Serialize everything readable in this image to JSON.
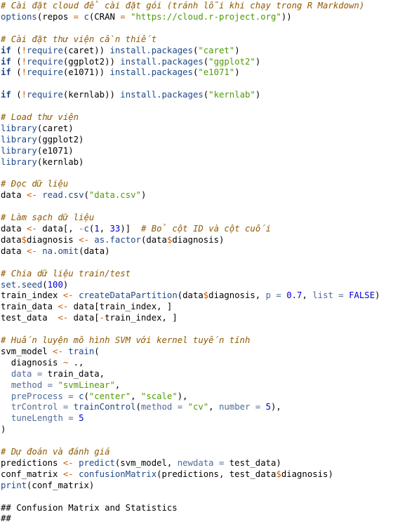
{
  "document": {
    "lines": [
      [
        {
          "t": "c",
          "v": "# Cài đặt cloud để cài đặt gói (tránh lỗi khi chạy trong R Markdown)"
        }
      ],
      [
        {
          "t": "fn",
          "v": "options"
        },
        {
          "t": "p",
          "v": "(repos "
        },
        {
          "t": "op",
          "v": "="
        },
        {
          "t": "p",
          "v": " "
        },
        {
          "t": "fn",
          "v": "c"
        },
        {
          "t": "p",
          "v": "(CRAN "
        },
        {
          "t": "op",
          "v": "="
        },
        {
          "t": "p",
          "v": " "
        },
        {
          "t": "s",
          "v": "\"https://cloud.r-project.org\""
        },
        {
          "t": "p",
          "v": "))"
        }
      ],
      [],
      [
        {
          "t": "c",
          "v": "# Cài đặt thư viện cần thiết"
        }
      ],
      [
        {
          "t": "kw",
          "v": "if"
        },
        {
          "t": "p",
          "v": " ("
        },
        {
          "t": "op",
          "v": "!"
        },
        {
          "t": "fn",
          "v": "require"
        },
        {
          "t": "p",
          "v": "(caret)) "
        },
        {
          "t": "fn",
          "v": "install.packages"
        },
        {
          "t": "p",
          "v": "("
        },
        {
          "t": "s",
          "v": "\"caret\""
        },
        {
          "t": "p",
          "v": ")"
        }
      ],
      [
        {
          "t": "kw",
          "v": "if"
        },
        {
          "t": "p",
          "v": " ("
        },
        {
          "t": "op",
          "v": "!"
        },
        {
          "t": "fn",
          "v": "require"
        },
        {
          "t": "p",
          "v": "(ggplot2)) "
        },
        {
          "t": "fn",
          "v": "install.packages"
        },
        {
          "t": "p",
          "v": "("
        },
        {
          "t": "s",
          "v": "\"ggplot2\""
        },
        {
          "t": "p",
          "v": ")"
        }
      ],
      [
        {
          "t": "kw",
          "v": "if"
        },
        {
          "t": "p",
          "v": " ("
        },
        {
          "t": "op",
          "v": "!"
        },
        {
          "t": "fn",
          "v": "require"
        },
        {
          "t": "p",
          "v": "(e1071)) "
        },
        {
          "t": "fn",
          "v": "install.packages"
        },
        {
          "t": "p",
          "v": "("
        },
        {
          "t": "s",
          "v": "\"e1071\""
        },
        {
          "t": "p",
          "v": ")"
        }
      ],
      [],
      [
        {
          "t": "kw",
          "v": "if"
        },
        {
          "t": "p",
          "v": " ("
        },
        {
          "t": "op",
          "v": "!"
        },
        {
          "t": "fn",
          "v": "require"
        },
        {
          "t": "p",
          "v": "(kernlab)) "
        },
        {
          "t": "fn",
          "v": "install.packages"
        },
        {
          "t": "p",
          "v": "("
        },
        {
          "t": "s",
          "v": "\"kernlab\""
        },
        {
          "t": "p",
          "v": ")"
        }
      ],
      [],
      [
        {
          "t": "c",
          "v": "# Load thư viện"
        }
      ],
      [
        {
          "t": "fn",
          "v": "library"
        },
        {
          "t": "p",
          "v": "(caret)"
        }
      ],
      [
        {
          "t": "fn",
          "v": "library"
        },
        {
          "t": "p",
          "v": "(ggplot2)"
        }
      ],
      [
        {
          "t": "fn",
          "v": "library"
        },
        {
          "t": "p",
          "v": "(e1071)"
        }
      ],
      [
        {
          "t": "fn",
          "v": "library"
        },
        {
          "t": "p",
          "v": "(kernlab)"
        }
      ],
      [],
      [
        {
          "t": "c",
          "v": "# Đọc dữ liệu"
        }
      ],
      [
        {
          "t": "p",
          "v": "data "
        },
        {
          "t": "op",
          "v": "<-"
        },
        {
          "t": "p",
          "v": " "
        },
        {
          "t": "fn",
          "v": "read.csv"
        },
        {
          "t": "p",
          "v": "("
        },
        {
          "t": "s",
          "v": "\"data.csv\""
        },
        {
          "t": "p",
          "v": ")"
        }
      ],
      [],
      [
        {
          "t": "c",
          "v": "# Làm sạch dữ liệu"
        }
      ],
      [
        {
          "t": "p",
          "v": "data "
        },
        {
          "t": "op",
          "v": "<-"
        },
        {
          "t": "p",
          "v": " data[, "
        },
        {
          "t": "op",
          "v": "-"
        },
        {
          "t": "fn",
          "v": "c"
        },
        {
          "t": "p",
          "v": "("
        },
        {
          "t": "num",
          "v": "1"
        },
        {
          "t": "p",
          "v": ", "
        },
        {
          "t": "num",
          "v": "33"
        },
        {
          "t": "p",
          "v": ")]  "
        },
        {
          "t": "c",
          "v": "# Bỏ cột ID và cột cuối"
        }
      ],
      [
        {
          "t": "p",
          "v": "data"
        },
        {
          "t": "op",
          "v": "$"
        },
        {
          "t": "p",
          "v": "diagnosis "
        },
        {
          "t": "op",
          "v": "<-"
        },
        {
          "t": "p",
          "v": " "
        },
        {
          "t": "fn",
          "v": "as.factor"
        },
        {
          "t": "p",
          "v": "(data"
        },
        {
          "t": "op",
          "v": "$"
        },
        {
          "t": "p",
          "v": "diagnosis)"
        }
      ],
      [
        {
          "t": "p",
          "v": "data "
        },
        {
          "t": "op",
          "v": "<-"
        },
        {
          "t": "p",
          "v": " "
        },
        {
          "t": "fn",
          "v": "na.omit"
        },
        {
          "t": "p",
          "v": "(data)"
        }
      ],
      [],
      [
        {
          "t": "c",
          "v": "# Chia dữ liệu train/test"
        }
      ],
      [
        {
          "t": "fn",
          "v": "set.seed"
        },
        {
          "t": "p",
          "v": "("
        },
        {
          "t": "num",
          "v": "100"
        },
        {
          "t": "p",
          "v": ")"
        }
      ],
      [
        {
          "t": "p",
          "v": "train_index "
        },
        {
          "t": "op",
          "v": "<-"
        },
        {
          "t": "p",
          "v": " "
        },
        {
          "t": "fn",
          "v": "createDataPartition"
        },
        {
          "t": "p",
          "v": "(data"
        },
        {
          "t": "op",
          "v": "$"
        },
        {
          "t": "p",
          "v": "diagnosis, "
        },
        {
          "t": "arg",
          "v": "p ="
        },
        {
          "t": "p",
          "v": " "
        },
        {
          "t": "num",
          "v": "0.7"
        },
        {
          "t": "p",
          "v": ", "
        },
        {
          "t": "arg",
          "v": "list ="
        },
        {
          "t": "p",
          "v": " "
        },
        {
          "t": "num",
          "v": "FALSE"
        },
        {
          "t": "p",
          "v": ")"
        }
      ],
      [
        {
          "t": "p",
          "v": "train_data "
        },
        {
          "t": "op",
          "v": "<-"
        },
        {
          "t": "p",
          "v": " data[train_index, ]"
        }
      ],
      [
        {
          "t": "p",
          "v": "test_data  "
        },
        {
          "t": "op",
          "v": "<-"
        },
        {
          "t": "p",
          "v": " data["
        },
        {
          "t": "op",
          "v": "-"
        },
        {
          "t": "p",
          "v": "train_index, ]"
        }
      ],
      [],
      [
        {
          "t": "c",
          "v": "# Huấn luyện mô hình SVM với kernel tuyến tính"
        }
      ],
      [
        {
          "t": "p",
          "v": "svm_model "
        },
        {
          "t": "op",
          "v": "<-"
        },
        {
          "t": "p",
          "v": " "
        },
        {
          "t": "fn",
          "v": "train"
        },
        {
          "t": "p",
          "v": "("
        }
      ],
      [
        {
          "t": "p",
          "v": "  diagnosis "
        },
        {
          "t": "op",
          "v": "~"
        },
        {
          "t": "p",
          "v": " .,"
        }
      ],
      [
        {
          "t": "p",
          "v": "  "
        },
        {
          "t": "arg",
          "v": "data ="
        },
        {
          "t": "p",
          "v": " train_data,"
        }
      ],
      [
        {
          "t": "p",
          "v": "  "
        },
        {
          "t": "arg",
          "v": "method ="
        },
        {
          "t": "p",
          "v": " "
        },
        {
          "t": "s",
          "v": "\"svmLinear\""
        },
        {
          "t": "p",
          "v": ","
        }
      ],
      [
        {
          "t": "p",
          "v": "  "
        },
        {
          "t": "arg",
          "v": "preProcess ="
        },
        {
          "t": "p",
          "v": " "
        },
        {
          "t": "fn",
          "v": "c"
        },
        {
          "t": "p",
          "v": "("
        },
        {
          "t": "s",
          "v": "\"center\""
        },
        {
          "t": "p",
          "v": ", "
        },
        {
          "t": "s",
          "v": "\"scale\""
        },
        {
          "t": "p",
          "v": "),"
        }
      ],
      [
        {
          "t": "p",
          "v": "  "
        },
        {
          "t": "arg",
          "v": "trControl ="
        },
        {
          "t": "p",
          "v": " "
        },
        {
          "t": "fn",
          "v": "trainControl"
        },
        {
          "t": "p",
          "v": "("
        },
        {
          "t": "arg",
          "v": "method ="
        },
        {
          "t": "p",
          "v": " "
        },
        {
          "t": "s",
          "v": "\"cv\""
        },
        {
          "t": "p",
          "v": ", "
        },
        {
          "t": "arg",
          "v": "number ="
        },
        {
          "t": "p",
          "v": " "
        },
        {
          "t": "num",
          "v": "5"
        },
        {
          "t": "p",
          "v": "),"
        }
      ],
      [
        {
          "t": "p",
          "v": "  "
        },
        {
          "t": "arg",
          "v": "tuneLength ="
        },
        {
          "t": "p",
          "v": " "
        },
        {
          "t": "num",
          "v": "5"
        }
      ],
      [
        {
          "t": "p",
          "v": ")"
        }
      ],
      [],
      [
        {
          "t": "c",
          "v": "# Dự đoán và đánh giá"
        }
      ],
      [
        {
          "t": "p",
          "v": "predictions "
        },
        {
          "t": "op",
          "v": "<-"
        },
        {
          "t": "p",
          "v": " "
        },
        {
          "t": "fn",
          "v": "predict"
        },
        {
          "t": "p",
          "v": "(svm_model, "
        },
        {
          "t": "arg",
          "v": "newdata ="
        },
        {
          "t": "p",
          "v": " test_data)"
        }
      ],
      [
        {
          "t": "p",
          "v": "conf_matrix "
        },
        {
          "t": "op",
          "v": "<-"
        },
        {
          "t": "p",
          "v": " "
        },
        {
          "t": "fn",
          "v": "confusionMatrix"
        },
        {
          "t": "p",
          "v": "(predictions, test_data"
        },
        {
          "t": "op",
          "v": "$"
        },
        {
          "t": "p",
          "v": "diagnosis)"
        }
      ],
      [
        {
          "t": "fn",
          "v": "print"
        },
        {
          "t": "p",
          "v": "(conf_matrix)"
        }
      ],
      [],
      [
        {
          "t": "out",
          "v": "## Confusion Matrix and Statistics"
        }
      ],
      [
        {
          "t": "out",
          "v": "##"
        }
      ]
    ]
  },
  "colors": {
    "comment": "#8f5902",
    "string": "#4e9a06",
    "function": "#204a87",
    "number": "#0000cf",
    "operator": "#ce5c00",
    "argument": "#4e6a9a",
    "background": "#ffffff"
  }
}
